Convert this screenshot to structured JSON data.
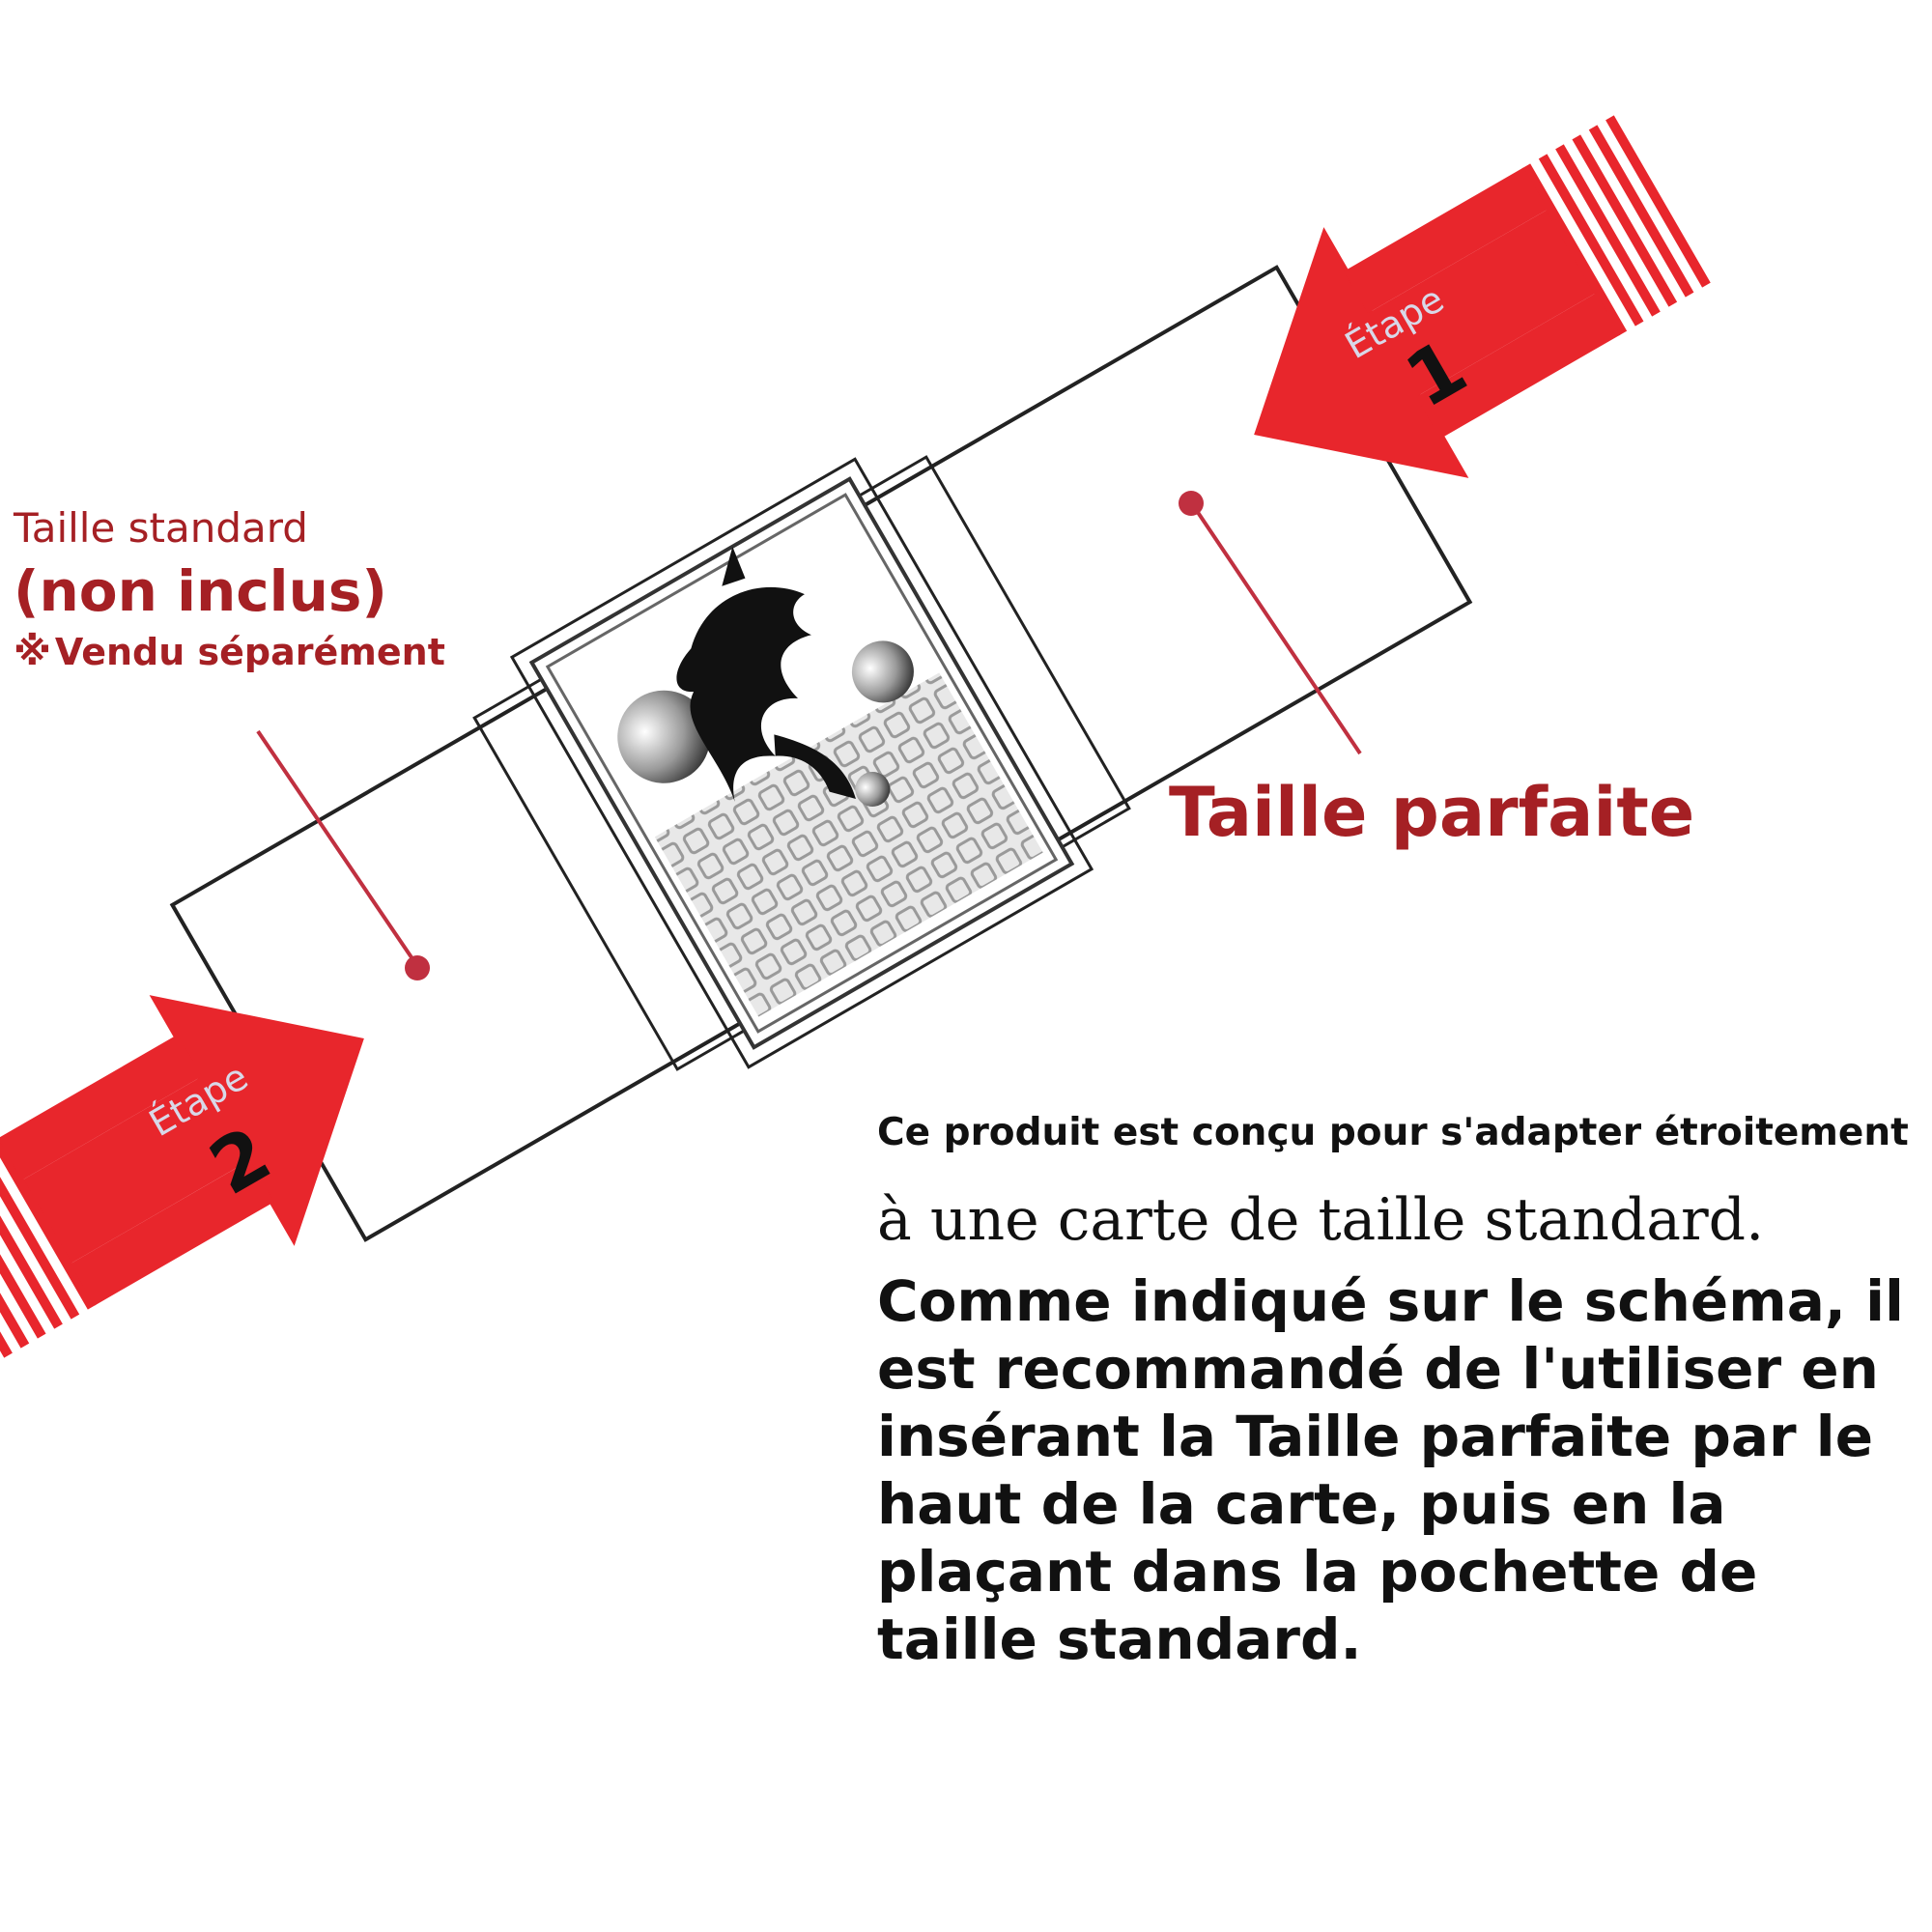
{
  "labels": {
    "standard_size": "Taille standard",
    "not_included": "(non inclus)",
    "sold_separately_mark": "※",
    "sold_separately": "Vendu séparément",
    "perfect_size": "Taille parfaite"
  },
  "steps": [
    {
      "label": "Étape",
      "number": "1"
    },
    {
      "label": "Étape",
      "number": "2"
    }
  ],
  "description": {
    "line1": "Ce produit est conçu pour s'adapter étroitement",
    "line2": "à une carte de taille standard.",
    "paragraph": "Comme indiqué sur le schéma, il est recommandé de l'utiliser en insérant la Taille parfaite par le haut de la carte, puis en la plaçant dans la pochette de taille standard."
  },
  "colors": {
    "accent_red": "#e8262c",
    "label_red": "#a52024",
    "line_red": "#c03040",
    "outline": "#222222"
  }
}
